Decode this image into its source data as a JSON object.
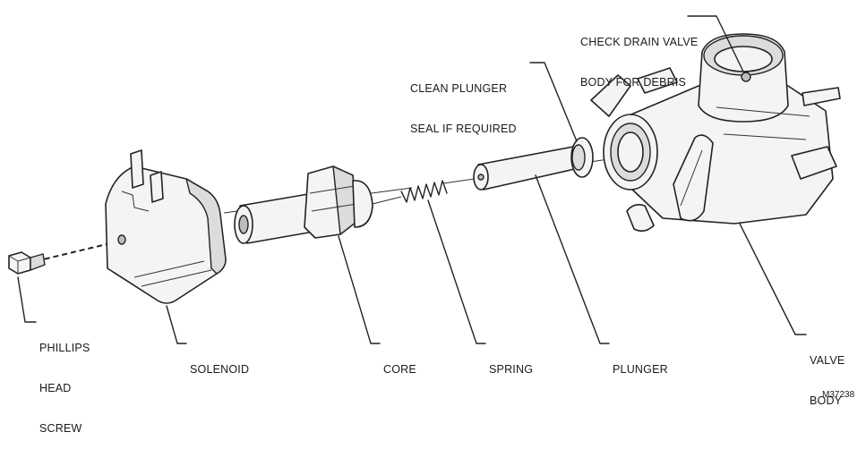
{
  "labels": {
    "check_drain_line1": "CHECK DRAIN VALVE",
    "check_drain_line2": "BODY FOR DEBRIS",
    "clean_plunger_line1": "CLEAN PLUNGER",
    "clean_plunger_line2": "SEAL IF REQUIRED",
    "phillips_line1": "PHILLIPS",
    "phillips_line2": "HEAD",
    "phillips_line3": "SCREW",
    "solenoid": "SOLENOID",
    "core": "CORE",
    "spring": "SPRING",
    "plunger": "PLUNGER",
    "valve_body_line1": "VALVE",
    "valve_body_line2": "BODY",
    "figure_code": "M37238"
  }
}
